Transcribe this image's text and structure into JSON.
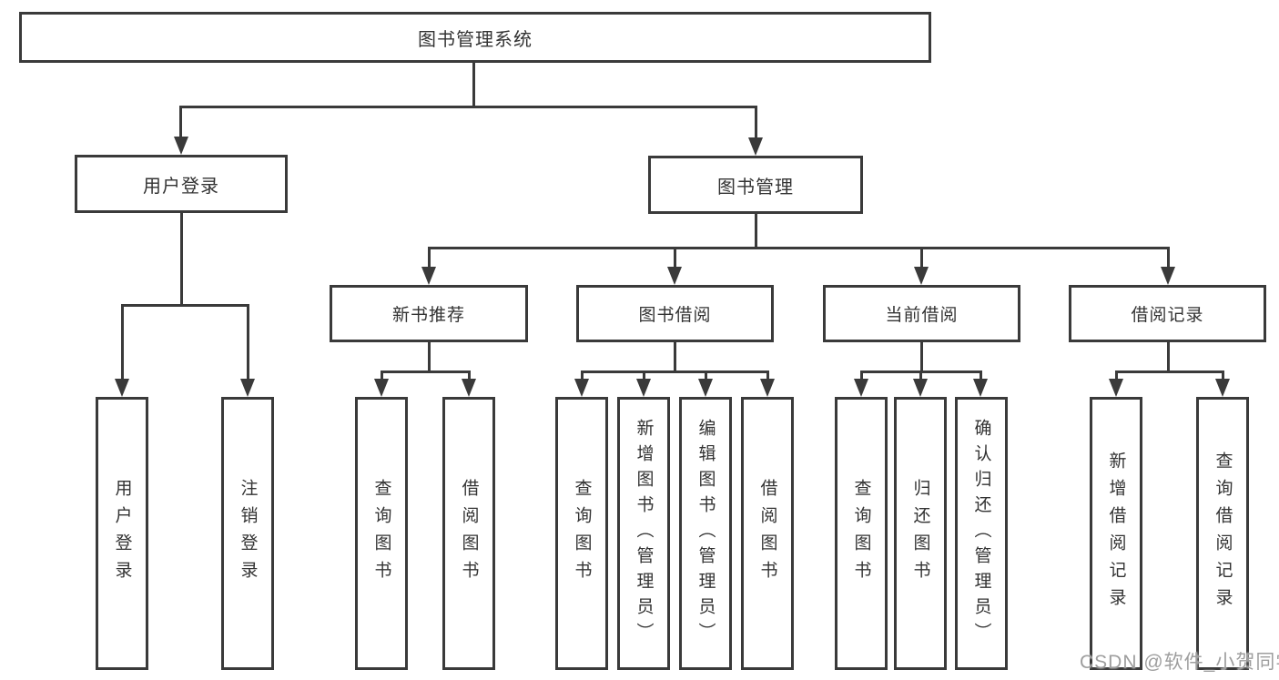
{
  "diagram_title": "图书管理系统",
  "nodes": {
    "root": "图书管理系统",
    "user_login": "用户登录",
    "book_mgmt": "图书管理",
    "new_book_rec": "新书推荐",
    "book_borrow": "图书借阅",
    "current_borrow": "当前借阅",
    "borrow_record": "借阅记录"
  },
  "leaves": {
    "user_login": [
      "用户登录",
      "注销登录"
    ],
    "new_book_rec": [
      "查询图书",
      "借阅图书"
    ],
    "book_borrow": [
      "查询图书",
      "新增图书（管理员）",
      "编辑图书（管理员）",
      "借阅图书"
    ],
    "current_borrow": [
      "查询图书",
      "归还图书",
      "确认归还（管理员）"
    ],
    "borrow_record": [
      "新增借阅记录",
      "查询借阅记录"
    ]
  },
  "watermark": "CSDN @软件_小贺同学",
  "colors": {
    "line": "#3a3a3a",
    "text": "#333333",
    "background": "#ffffff",
    "watermark": "#9e9e9e"
  }
}
